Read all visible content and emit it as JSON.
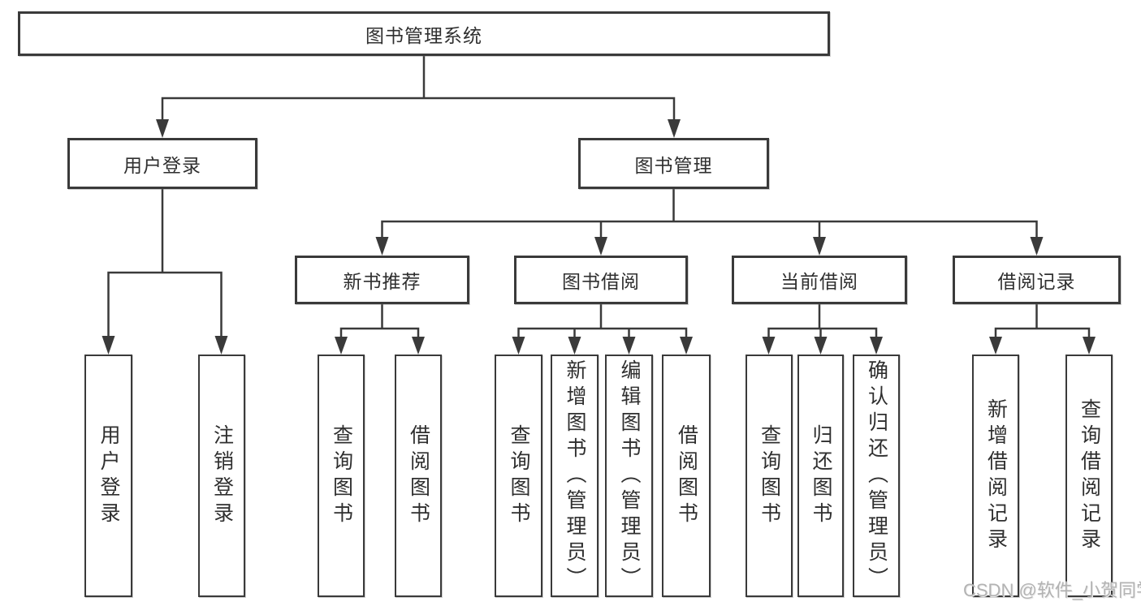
{
  "diagram": {
    "root": {
      "label": "图书管理系统"
    },
    "branches": [
      {
        "label": "用户登录",
        "children": [
          {
            "label": "用户登录"
          },
          {
            "label": "注销登录"
          }
        ]
      },
      {
        "label": "图书管理",
        "children": [
          {
            "label": "新书推荐",
            "children": [
              {
                "label": "查询图书"
              },
              {
                "label": "借阅图书"
              }
            ]
          },
          {
            "label": "图书借阅",
            "children": [
              {
                "label": "查询图书"
              },
              {
                "label": "新增图书（管理员）"
              },
              {
                "label": "编辑图书（管理员）"
              },
              {
                "label": "借阅图书"
              }
            ]
          },
          {
            "label": "当前借阅",
            "children": [
              {
                "label": "查询图书"
              },
              {
                "label": "归还图书"
              },
              {
                "label": "确认归还（管理员）"
              }
            ]
          },
          {
            "label": "借阅记录",
            "children": [
              {
                "label": "新增借阅记录"
              },
              {
                "label": "查询借阅记录"
              }
            ]
          }
        ]
      }
    ],
    "line_color": "#3a3a3a"
  },
  "watermark": {
    "text": "CSDN @软件_小贺同学"
  }
}
